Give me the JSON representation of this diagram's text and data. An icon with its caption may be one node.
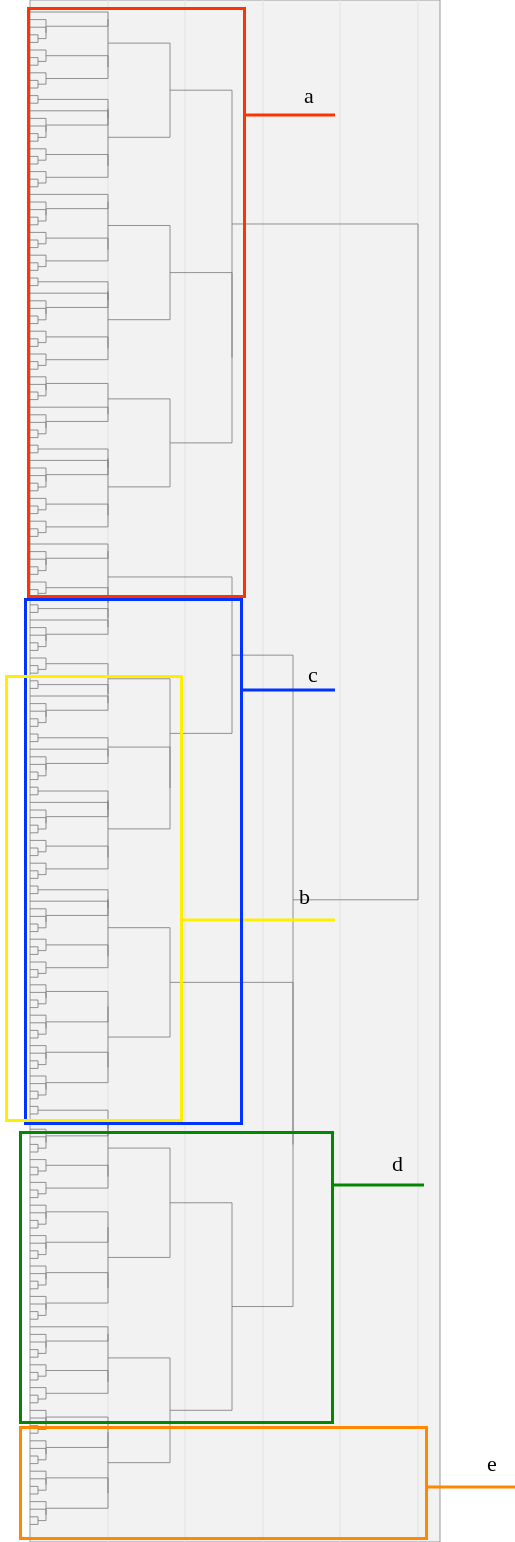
{
  "diagram": {
    "nodes": [
      {
        "text": [],
        "shape": "box"
      },
      {
        "text": [
          "a"
        ]
      },
      {
        "text": [],
        "shape": "box"
      },
      {
        "text": [
          "c"
        ]
      },
      {
        "text": [],
        "shape": "box"
      },
      {
        "text": [
          "b"
        ]
      },
      {
        "text": [],
        "shape": "box"
      },
      {
        "text": [
          "d"
        ]
      },
      {
        "text": [],
        "shape": "box"
      },
      {
        "text": [
          "e"
        ]
      }
    ],
    "edges": [
      {
        "from": 1,
        "to": 0,
        "arrow": "none",
        "color": "#ff3300"
      },
      {
        "from": 3,
        "to": 2,
        "arrow": "none",
        "color": "#0033ff"
      },
      {
        "from": 5,
        "to": 4,
        "arrow": "none",
        "color": "#ffee00"
      },
      {
        "from": 7,
        "to": 6,
        "arrow": "none",
        "color": "#008800"
      },
      {
        "from": 9,
        "to": 8,
        "arrow": "none",
        "color": "#ff8800"
      }
    ]
  }
}
